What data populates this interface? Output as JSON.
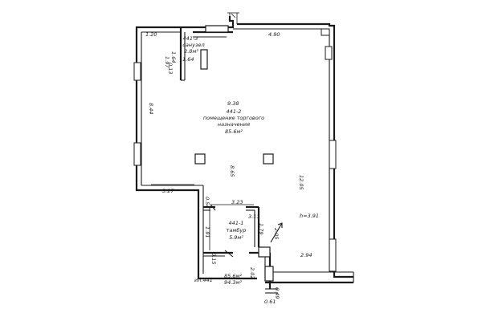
{
  "plan": {
    "dimensions": {
      "d_1_20": "1.20",
      "d_4_90": "4.90",
      "d_1_97": "1.97",
      "d_1_64a": "1.64",
      "d_1_64b": "1.64",
      "d_0_13": "0.13",
      "d_8_44": "8.44",
      "d_9_38": "9.38",
      "d_8_65": "8.65",
      "d_12_05": "12.05",
      "d_3_27": "3.27",
      "d_0_54": "0.54",
      "d_3_23": "3.23",
      "d_3_11": "3.11",
      "d_1_79": "1.79",
      "d_2_05": "2.05",
      "d_1_91": "1.91",
      "d_0_15": "0.15",
      "d_2_94": "2.94",
      "d_2_02": "2.02",
      "d_0_49": "0.49",
      "d_0_61": "0.61",
      "ceiling_height": "h=3.91"
    },
    "rooms": {
      "bathroom": {
        "number": "441-3",
        "name": "санузел",
        "area": "2.8м²"
      },
      "retail": {
        "number": "441-2",
        "name_line1": "помещение торгового",
        "name_line2": "назначения",
        "area": "85.6м²"
      },
      "vestibule": {
        "number": "441-1",
        "name": "тамбур",
        "area": "5.9м²"
      }
    },
    "summary": {
      "label": "ил.441",
      "area_main": "85.6м²",
      "area_total": "94.3м²"
    }
  }
}
